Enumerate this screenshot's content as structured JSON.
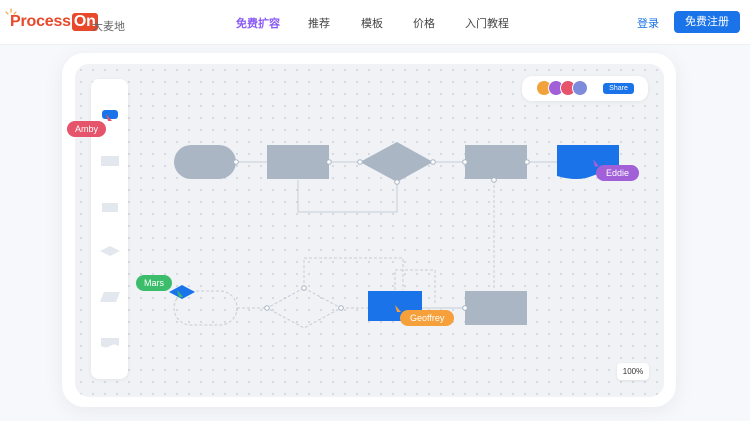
{
  "brand": {
    "name_part": "Process",
    "name_on": "On",
    "sub": "大麦地",
    "color": "#e8492a"
  },
  "nav": {
    "items": [
      {
        "label": "免费扩容",
        "active": true
      },
      {
        "label": "推荐",
        "active": false
      },
      {
        "label": "模板",
        "active": false
      },
      {
        "label": "价格",
        "active": false
      },
      {
        "label": "入门教程",
        "active": false
      }
    ],
    "active_color": "#8a5cf5"
  },
  "auth": {
    "login_label": "登录",
    "signup_label": "免费注册",
    "accent": "#1a73e8"
  },
  "canvas": {
    "share_label": "Share",
    "zoom": "100%",
    "avatar_count": 4
  },
  "collaborators": [
    {
      "name": "Amby",
      "color": "#e5546a"
    },
    {
      "name": "Eddie",
      "color": "#a15fd8"
    },
    {
      "name": "Mars",
      "color": "#3cbd6b"
    },
    {
      "name": "Geoffrey",
      "color": "#f5a03a"
    }
  ],
  "colors": {
    "shape_fill": "#aab6c4",
    "shape_selected": "#1a73e8",
    "connector": "#c6ccd6"
  }
}
